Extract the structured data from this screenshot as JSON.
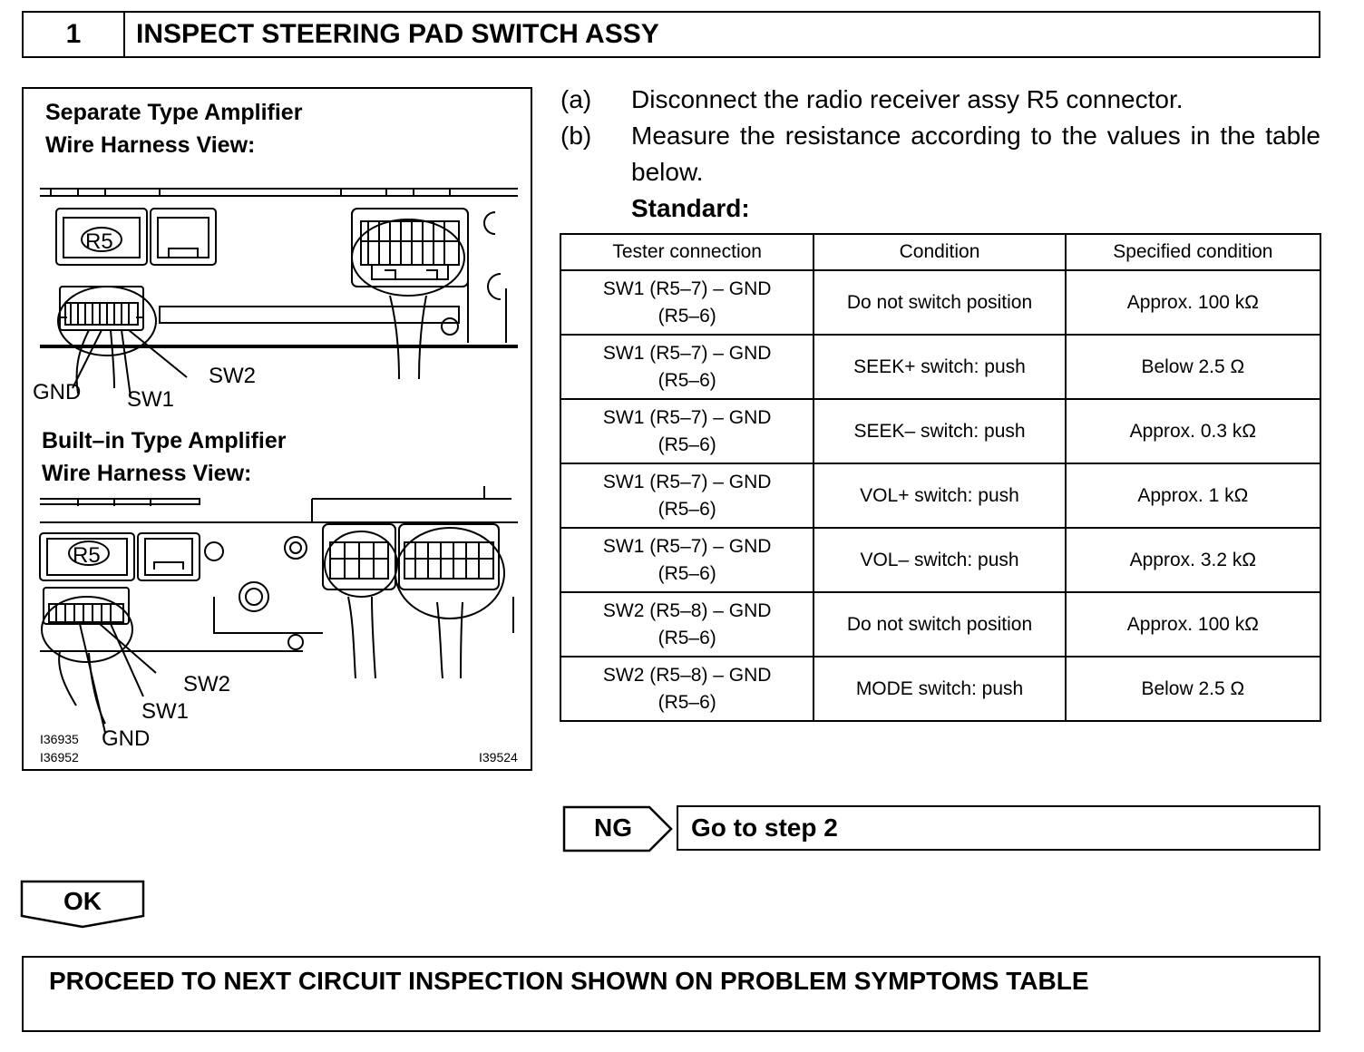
{
  "header": {
    "step_number": "1",
    "title": "INSPECT STEERING PAD SWITCH ASSY"
  },
  "figure": {
    "separate_title_1": "Separate Type Amplifier",
    "separate_title_2": "Wire Harness View:",
    "builtin_title_1": "Built–in Type Amplifier",
    "builtin_title_2": "Wire Harness View:",
    "connector_label": "R5",
    "labels": {
      "gnd": "GND",
      "sw1": "SW1",
      "sw2": "SW2"
    },
    "codes": {
      "code_1": "I36935",
      "code_2": "I36952",
      "code_3": "I39524"
    }
  },
  "steps": [
    {
      "label": "(a)",
      "text": "Disconnect the radio receiver assy R5 connector."
    },
    {
      "label": "(b)",
      "text": "Measure the resistance according to the values in the table below."
    }
  ],
  "standard_label": "Standard:",
  "table": {
    "headers": [
      "Tester connection",
      "Condition",
      "Specified condition"
    ],
    "rows": [
      {
        "conn_1": "SW1 (R5–7) – GND",
        "conn_2": "(R5–6)",
        "condition": "Do not switch position",
        "spec": "Approx. 100 kΩ"
      },
      {
        "conn_1": "SW1 (R5–7) – GND",
        "conn_2": "(R5–6)",
        "condition": "SEEK+ switch: push",
        "spec": "Below 2.5 Ω"
      },
      {
        "conn_1": "SW1 (R5–7) – GND",
        "conn_2": "(R5–6)",
        "condition": "SEEK– switch: push",
        "spec": "Approx. 0.3 kΩ"
      },
      {
        "conn_1": "SW1 (R5–7) – GND",
        "conn_2": "(R5–6)",
        "condition": "VOL+ switch: push",
        "spec": "Approx. 1 kΩ"
      },
      {
        "conn_1": "SW1 (R5–7) – GND",
        "conn_2": "(R5–6)",
        "condition": "VOL– switch: push",
        "spec": "Approx. 3.2 kΩ"
      },
      {
        "conn_1": "SW2 (R5–8) – GND",
        "conn_2": "(R5–6)",
        "condition": "Do not switch position",
        "spec": "Approx. 100 kΩ"
      },
      {
        "conn_1": "SW2 (R5–8) – GND",
        "conn_2": "(R5–6)",
        "condition": "MODE switch: push",
        "spec": "Below 2.5 Ω"
      }
    ]
  },
  "ng": {
    "label": "NG",
    "action": "Go to step 2"
  },
  "ok": {
    "label": "OK"
  },
  "proceed": "PROCEED TO NEXT CIRCUIT INSPECTION SHOWN ON PROBLEM SYMPTOMS TABLE"
}
